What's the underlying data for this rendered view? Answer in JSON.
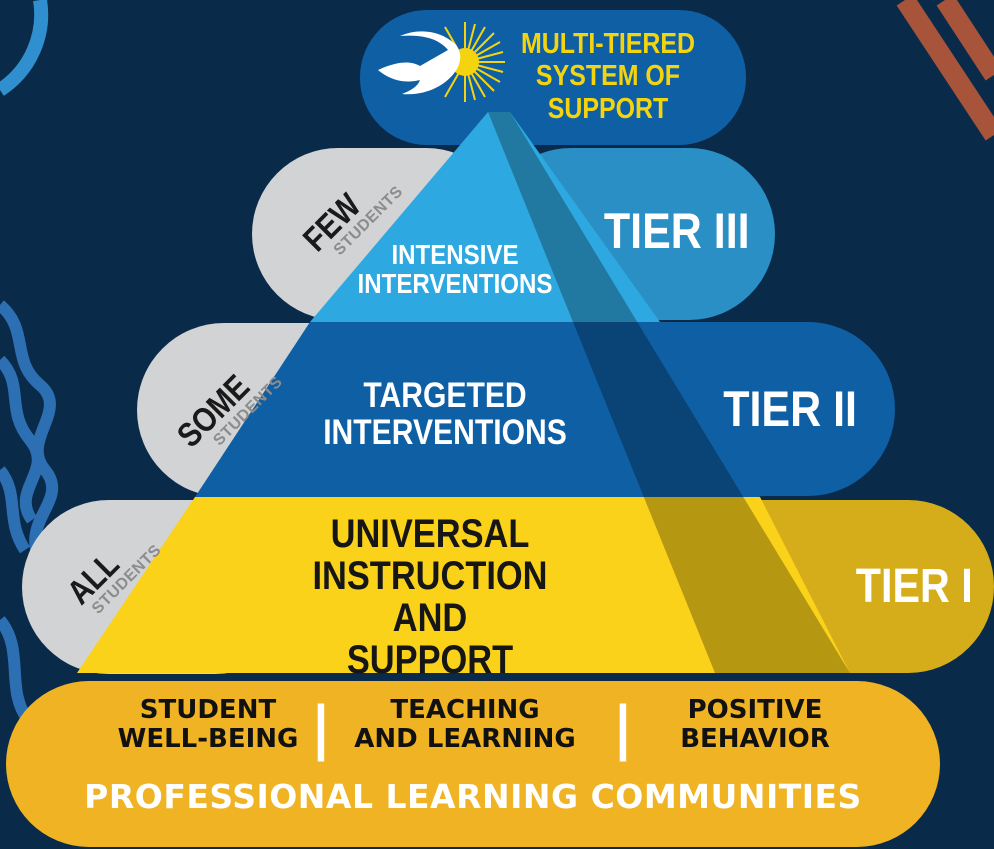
{
  "header": {
    "title_lines": [
      "MULTI-TIERED",
      "SYSTEM OF",
      "SUPPORT"
    ]
  },
  "tiers": [
    {
      "name": "TIER III",
      "level": "FEW",
      "audience": "STUDENTS",
      "section_lines": [
        "INTENSIVE",
        "INTERVENTIONS"
      ]
    },
    {
      "name": "TIER II",
      "level": "SOME",
      "audience": "STUDENTS",
      "section_lines": [
        "TARGETED",
        "INTERVENTIONS"
      ]
    },
    {
      "name": "TIER I",
      "level": "ALL",
      "audience": "STUDENTS",
      "section_lines": [
        "UNIVERSAL",
        "INSTRUCTION",
        "AND SUPPORT"
      ]
    }
  ],
  "foundation": {
    "pillars": [
      {
        "lines": [
          "STUDENT",
          "WELL-BEING"
        ]
      },
      {
        "lines": [
          "TEACHING",
          "AND LEARNING"
        ]
      },
      {
        "lines": [
          "POSITIVE",
          "BEHAVIOR"
        ]
      }
    ],
    "divider": "|",
    "title": "PROFESSIONAL LEARNING COMMUNITIES"
  },
  "colors": {
    "background": "#0a2a49",
    "tier3": "#2a8fc4",
    "tier2": "#0f5fa5",
    "tier1": "#d5ad1a",
    "foundation": "#f0b324",
    "accent_yellow": "#f4d40f"
  }
}
